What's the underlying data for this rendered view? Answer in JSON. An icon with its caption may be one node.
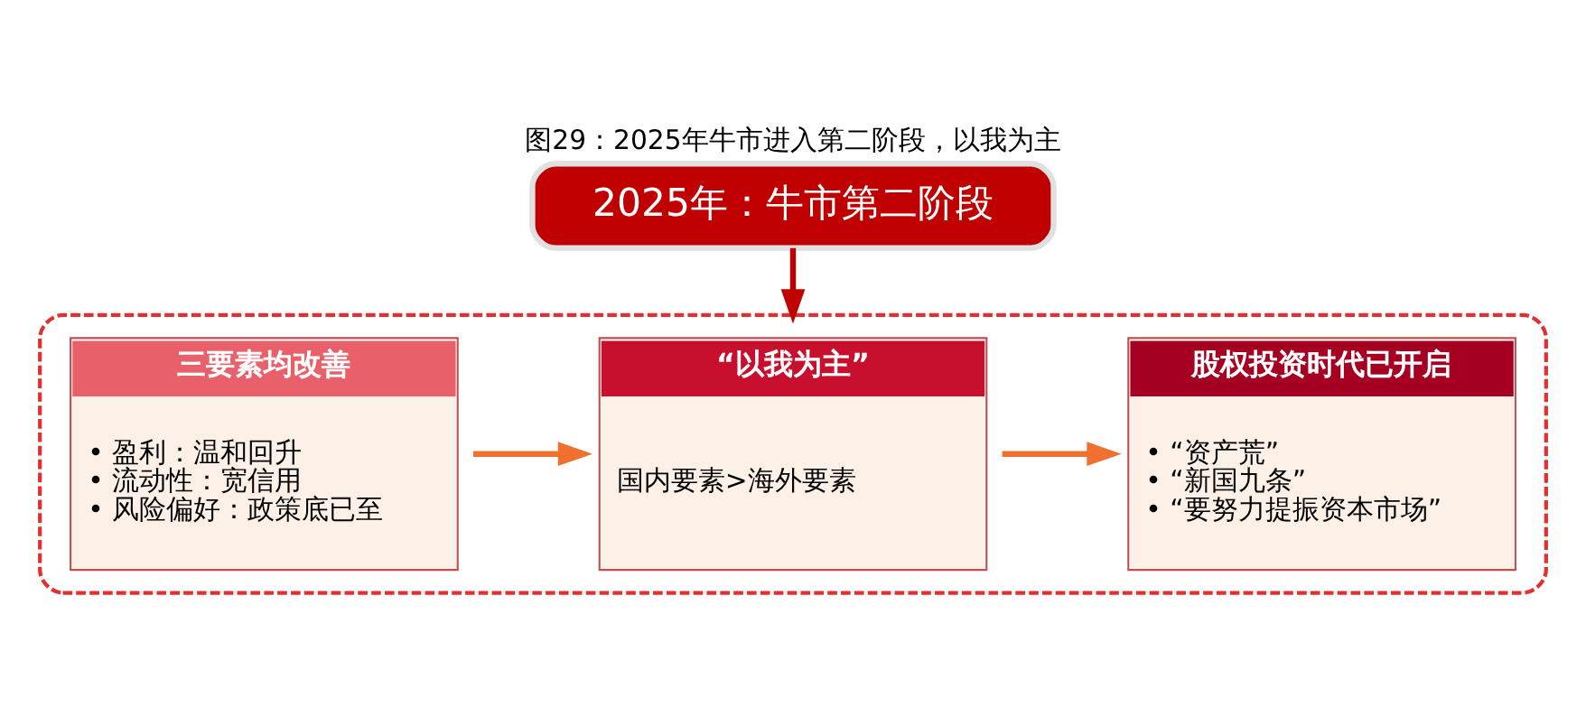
{
  "diagram": {
    "title": "图29：2025年牛市进入第二阶段，以我为主",
    "nodes": [
      {
        "text": [
          "2025年：牛市第二阶段"
        ]
      },
      {
        "text": [],
        "shape": "box"
      },
      {
        "text": [
          "三要素均改善",
          "• 盈利：温和回升",
          "• 流动性：宽信用",
          "• 风险偏好：政策底已至"
        ],
        "in": 1
      },
      {
        "text": [
          "“以我为主”",
          "国内要素>海外要素"
        ],
        "in": 1
      },
      {
        "text": [
          "股权投资时代已开启",
          "• “资产荒”",
          "• “新国九条”",
          "• “要努力提振资本市场”"
        ],
        "in": 1
      }
    ],
    "edges": [
      {
        "from": 0,
        "to": 1,
        "arrow": "to",
        "color": "#c00000"
      },
      {
        "from": 2,
        "to": 3,
        "arrow": "to",
        "color": "#f07030"
      },
      {
        "from": 3,
        "to": 4,
        "arrow": "to",
        "color": "#f07030"
      }
    ]
  }
}
